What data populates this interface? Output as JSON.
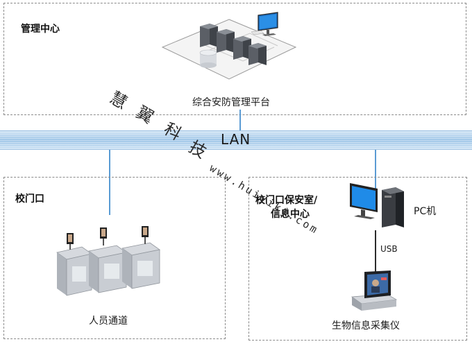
{
  "zones": {
    "management": {
      "title": "管理中心",
      "platform_label": "综合安防管理平台"
    },
    "gate": {
      "title": "校门口",
      "channel_label": "人员通道"
    },
    "guard_room": {
      "title_line1": "校门口保安室/",
      "title_line2": "信息中心",
      "pc_label": "PC机",
      "usb_label": "USB",
      "device_label": "生物信息采集仪"
    }
  },
  "network": {
    "label": "LAN"
  },
  "watermark": {
    "chars": [
      "慧",
      "翼",
      "科",
      "技"
    ],
    "url": "www.huiyikj.com"
  },
  "colors": {
    "lan_bar": "#9fc6e8",
    "link_line": "#5a9bd4",
    "zone_border": "#8a8a8a"
  }
}
